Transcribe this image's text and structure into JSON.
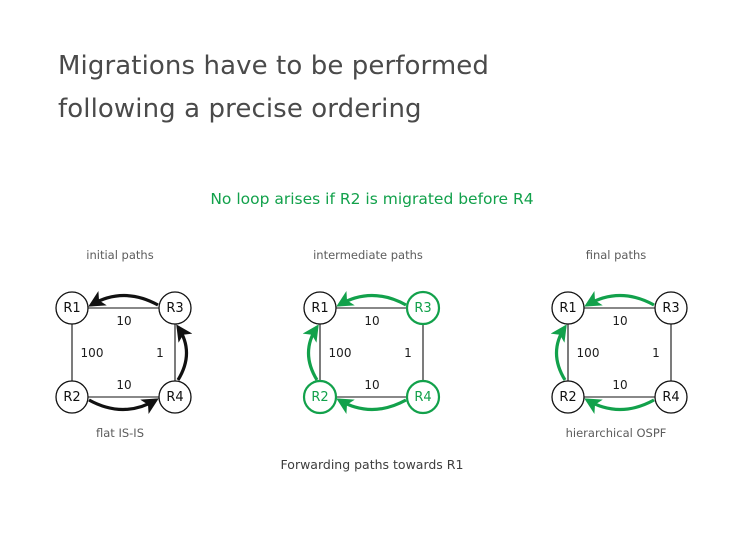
{
  "slide": {
    "title_lines": [
      "Migrations have to be performed",
      "following a precise ordering"
    ],
    "subtitle": "No loop arises if R2 is migrated before R4",
    "bottom_caption": "Forwarding paths towards R1"
  },
  "colors": {
    "green": "#12a14b",
    "black": "#111111",
    "title_gray": "#4a4a4a",
    "caption_gray": "#5c5c5c",
    "background": "#ffffff"
  },
  "panels": [
    {
      "id": "initial",
      "heading": "initial paths",
      "caption": "flat IS-IS",
      "nodes": [
        {
          "id": "R1",
          "label": "R1",
          "color": "black"
        },
        {
          "id": "R3",
          "label": "R3",
          "color": "black"
        },
        {
          "id": "R2",
          "label": "R2",
          "color": "black"
        },
        {
          "id": "R4",
          "label": "R4",
          "color": "black"
        }
      ],
      "edges": [
        {
          "from": "R1",
          "to": "R3",
          "weight": "10"
        },
        {
          "from": "R1",
          "to": "R2",
          "weight": "100"
        },
        {
          "from": "R3",
          "to": "R4",
          "weight": "1"
        },
        {
          "from": "R2",
          "to": "R4",
          "weight": "10"
        }
      ],
      "paths": [
        {
          "from": "R3",
          "to": "R1",
          "side": "top",
          "color": "black"
        },
        {
          "from": "R4",
          "to": "R3",
          "side": "right",
          "color": "black"
        },
        {
          "from": "R2",
          "to": "R4",
          "side": "bottom",
          "color": "black"
        }
      ]
    },
    {
      "id": "intermediate",
      "heading": "intermediate paths",
      "caption": "",
      "nodes": [
        {
          "id": "R1",
          "label": "R1",
          "color": "black"
        },
        {
          "id": "R3",
          "label": "R3",
          "color": "green"
        },
        {
          "id": "R2",
          "label": "R2",
          "color": "green"
        },
        {
          "id": "R4",
          "label": "R4",
          "color": "green"
        }
      ],
      "edges": [
        {
          "from": "R1",
          "to": "R3",
          "weight": "10"
        },
        {
          "from": "R1",
          "to": "R2",
          "weight": "100"
        },
        {
          "from": "R3",
          "to": "R4",
          "weight": "1"
        },
        {
          "from": "R2",
          "to": "R4",
          "weight": "10"
        }
      ],
      "paths": [
        {
          "from": "R3",
          "to": "R1",
          "side": "top",
          "color": "green"
        },
        {
          "from": "R2",
          "to": "R1",
          "side": "left",
          "color": "green"
        },
        {
          "from": "R4",
          "to": "R2",
          "side": "bottom",
          "color": "green"
        }
      ]
    },
    {
      "id": "final",
      "heading": "final paths",
      "caption": "hierarchical OSPF",
      "nodes": [
        {
          "id": "R1",
          "label": "R1",
          "color": "black"
        },
        {
          "id": "R3",
          "label": "R3",
          "color": "black"
        },
        {
          "id": "R2",
          "label": "R2",
          "color": "black"
        },
        {
          "id": "R4",
          "label": "R4",
          "color": "black"
        }
      ],
      "edges": [
        {
          "from": "R1",
          "to": "R3",
          "weight": "10"
        },
        {
          "from": "R1",
          "to": "R2",
          "weight": "100"
        },
        {
          "from": "R3",
          "to": "R4",
          "weight": "1"
        },
        {
          "from": "R2",
          "to": "R4",
          "weight": "10"
        }
      ],
      "paths": [
        {
          "from": "R3",
          "to": "R1",
          "side": "top",
          "color": "green"
        },
        {
          "from": "R2",
          "to": "R1",
          "side": "left",
          "color": "green"
        },
        {
          "from": "R4",
          "to": "R2",
          "side": "bottom",
          "color": "green"
        }
      ]
    }
  ]
}
